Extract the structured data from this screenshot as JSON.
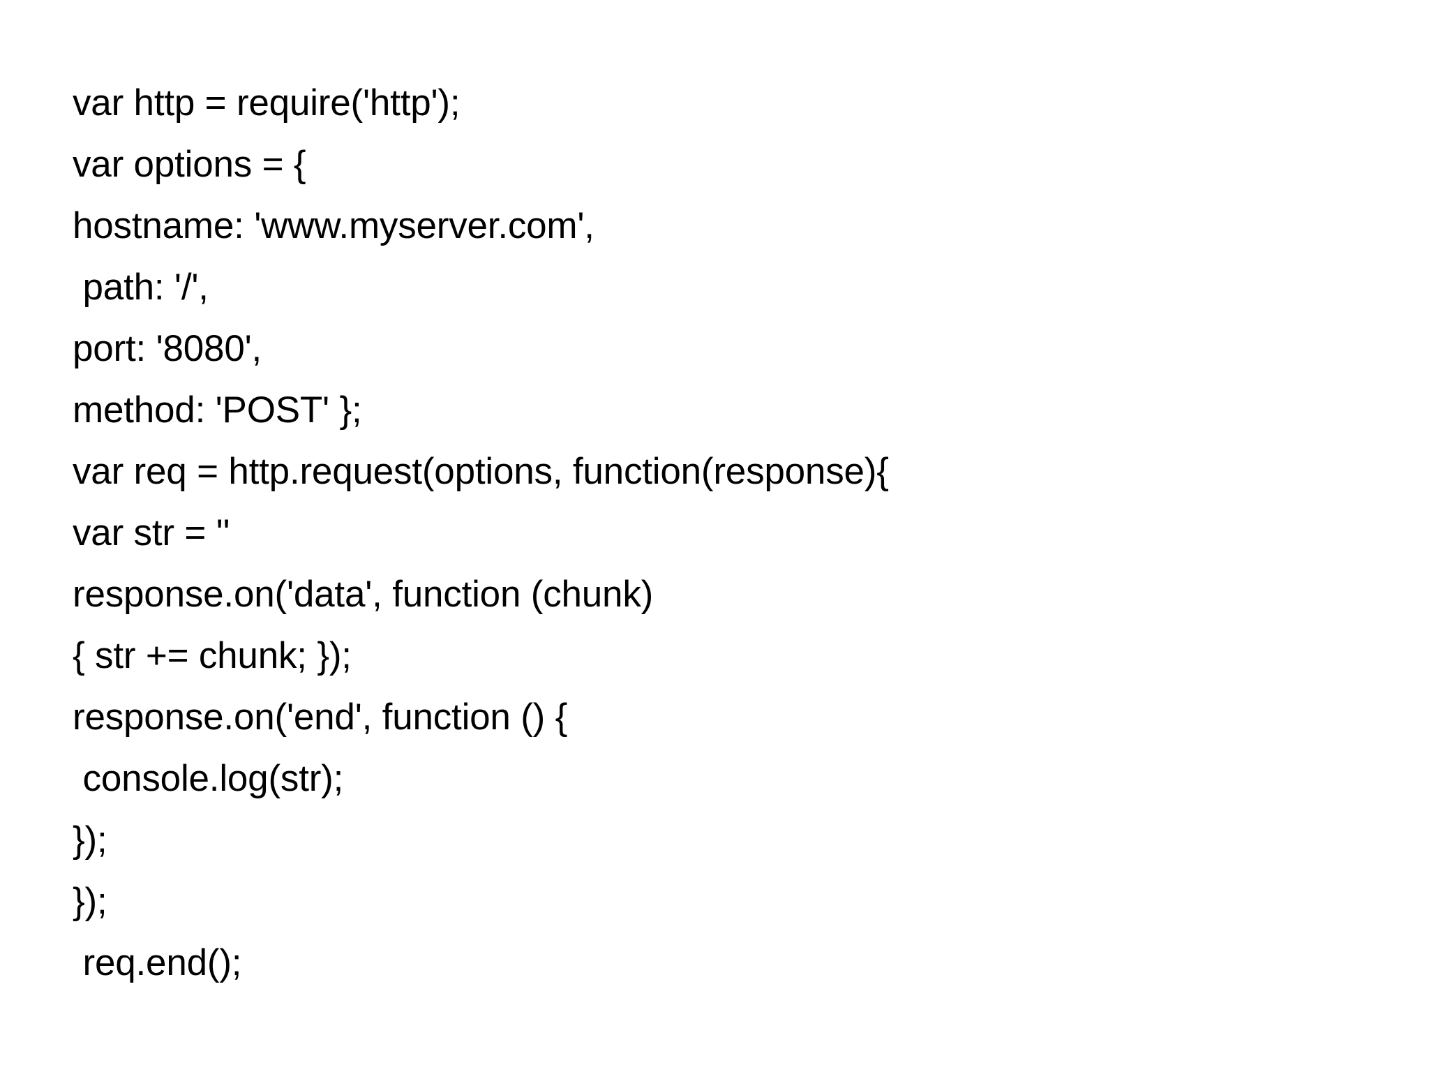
{
  "document": {
    "background_color": "#ffffff",
    "text_color": "#000000",
    "language": "javascript",
    "code_lines": [
      {
        "text": "var http = require('http');"
      },
      {
        "text": "var options = {"
      },
      {
        "text": "hostname: 'www.myserver.com',"
      },
      {
        "text": " path: '/',"
      },
      {
        "text": "port: '8080',"
      },
      {
        "text": "method: 'POST' };"
      },
      {
        "text": "var req = http.request(options, function(response){"
      },
      {
        "text": "var str = ''"
      },
      {
        "text": "response.on('data', function (chunk)"
      },
      {
        "text": "{ str += chunk; });"
      },
      {
        "text": "response.on('end', function () {"
      },
      {
        "text": " console.log(str);"
      },
      {
        "text": "});"
      },
      {
        "text": "});"
      },
      {
        "text": " req.end();"
      }
    ]
  }
}
